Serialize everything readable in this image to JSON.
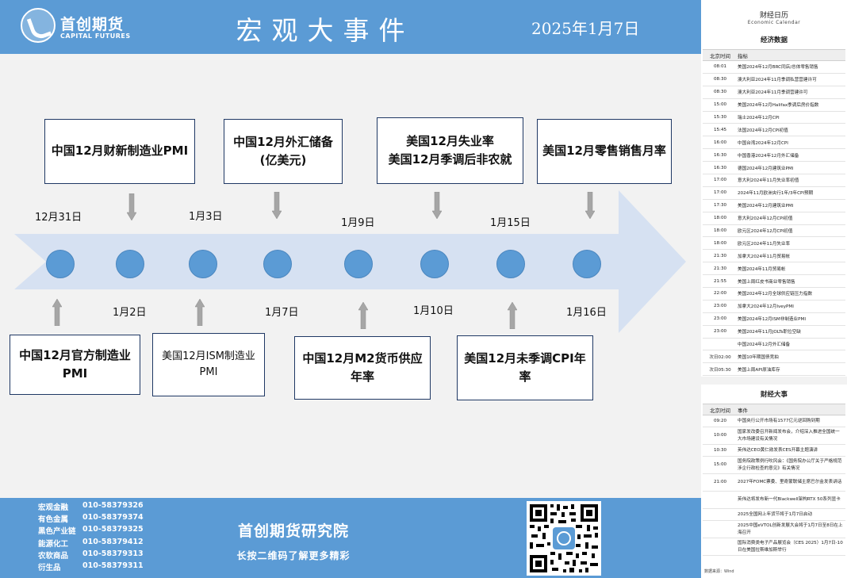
{
  "header": {
    "logo_cn": "首创期货",
    "logo_en": "CAPITAL FUTURES",
    "title": "宏观大事件",
    "date": "2025年1月7日"
  },
  "colors": {
    "brand_blue": "#5b9bd5",
    "arrow_fill": "#d6e1f2",
    "dot_fill": "#5b9bd5",
    "box_border": "#1f3864",
    "pointer": "#a6a6a6"
  },
  "timeline": {
    "top_events": [
      {
        "text": "中国12月财新制造业PMI",
        "date": "12月31日"
      },
      {
        "text": "中国12月外汇储备(亿美元)",
        "date": "1月3日"
      },
      {
        "text": "美国12月失业率\n美国12月季调后非农就",
        "date": "1月9日"
      },
      {
        "text": "美国12月零售销售月率",
        "date": "1月15日"
      }
    ],
    "bottom_events": [
      {
        "text": "中国12月官方制造业PMI",
        "date": "1月2日"
      },
      {
        "text": "美国12月ISM制造业PMI",
        "date": "1月7日"
      },
      {
        "text": "中国12月M2货币供应年率",
        "date": "1月10日"
      },
      {
        "text": "美国12月未季调CPI年率",
        "date": "1月16日"
      }
    ]
  },
  "footer": {
    "contacts": [
      {
        "label": "宏观金融",
        "phone": "010-58379326"
      },
      {
        "label": "有色金属",
        "phone": "010-58379374"
      },
      {
        "label": "黑色产业链",
        "phone": "010-58379325"
      },
      {
        "label": "能源化工",
        "phone": "010-58379412"
      },
      {
        "label": "农软商品",
        "phone": "010-58379313"
      },
      {
        "label": "衍生品",
        "phone": "010-58379311"
      }
    ],
    "institute": "首创期货研究院",
    "slogan": "长按二维码了解更多精彩"
  },
  "calendar": {
    "title": "财经日历",
    "subtitle": "Economic Calendar",
    "econ_heading": "经济数据",
    "econ_columns": [
      "北京时间",
      "指标"
    ],
    "econ_rows": [
      [
        "08:01",
        "美国2024年12月BRC同店/总体零售销售"
      ],
      [
        "08:30",
        "澳大利亚2024年11月季调私营营建许可"
      ],
      [
        "08:30",
        "澳大利亚2024年11月季调营建许可"
      ],
      [
        "15:00",
        "美国2024年12月Halifax季调后房价指数"
      ],
      [
        "15:30",
        "瑞士2024年12月CPI"
      ],
      [
        "15:45",
        "法国2024年12月CPI初值"
      ],
      [
        "16:00",
        "中国台湾2024年12月CPI"
      ],
      [
        "16:30",
        "中国香港2024年12月外汇储备"
      ],
      [
        "16:30",
        "德国2024年12月建筑业PMI"
      ],
      [
        "17:00",
        "意大利2024年11月失业率初值"
      ],
      [
        "17:00",
        "2024年11月欧洲央行1年/3年CPI预期"
      ],
      [
        "17:30",
        "美国2024年12月建筑业PMI"
      ],
      [
        "18:00",
        "意大利2024年12月CPI初值"
      ],
      [
        "18:00",
        "欧元区2024年12月CPI初值"
      ],
      [
        "18:00",
        "欧元区2024年11月失业率"
      ],
      [
        "21:30",
        "加拿大2024年11月贸易帐"
      ],
      [
        "21:30",
        "美国2024年11月贸易帐"
      ],
      [
        "21:55",
        "美国上周红皮书商业零售销售"
      ],
      [
        "22:00",
        "美国2024年12月全球供应链压力指数"
      ],
      [
        "23:00",
        "加拿大2024年12月IveyPMI"
      ],
      [
        "23:00",
        "美国2024年12月ISM非制造业PMI"
      ],
      [
        "23:00",
        "美国2024年11月JOLTs职位空缺"
      ],
      [
        "",
        "中国2024年12月外汇储备"
      ],
      [
        "次日02:00",
        "美国10年期国债竞拍"
      ],
      [
        "次日05:30",
        "美国上周API原油库存"
      ]
    ],
    "fin_heading": "财经大事",
    "fin_columns": [
      "北京时间",
      "事件"
    ],
    "fin_rows": [
      [
        "09:20",
        "中国央行公开市场有1577亿元逆回购到期"
      ],
      [
        "10:00",
        "国家发改委召开新闻发布会，介绍深入推进全国统一大市场建设有关情况"
      ],
      [
        "10:30",
        "英伟达CEO黄仁勋发表CES开幕主题演讲"
      ],
      [
        "15:00",
        "国务院政策例行吹风会：《国务院办公厅关于严格规范涉企行政检查的意见》有关情况"
      ],
      [
        "21:00",
        "2027年FOMC票委、里奇蒙联储主席巴尔金发表讲话"
      ],
      [
        "",
        "英伟达将发布新一代Blackwell架构RTX 50系列显卡"
      ],
      [
        "",
        "2025全国网上年货节将于1月7日启动"
      ],
      [
        "",
        "2025中国eVTOL创新发展大会将于1月7日至8日在上海召开"
      ],
      [
        "",
        "国际消费类电子产品展览会（CES 2025）1月7日-10日在美国拉斯维加斯举行"
      ]
    ],
    "source": "数据来源：Wind"
  }
}
